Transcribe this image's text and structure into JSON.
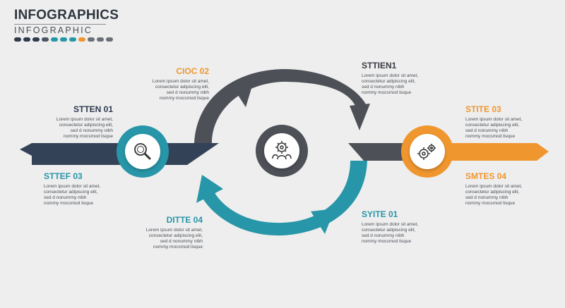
{
  "header": {
    "title": "INFOGRAPHICS",
    "subtitle": "INFOGRAPHIC",
    "palette_dots": [
      "#2f3a4a",
      "#2f3a4a",
      "#2f3a4a",
      "#4a5568",
      "#2796a8",
      "#2796a8",
      "#2796a8",
      "#f0962e",
      "#6a6f78",
      "#6a6f78",
      "#6a6f78"
    ]
  },
  "colors": {
    "navy": "#334257",
    "teal": "#2796a8",
    "orange": "#f0962e",
    "dark_gray": "#4d5057",
    "light_gray": "#dcdcdc",
    "background": "#eeeeee"
  },
  "steps": [
    {
      "heading": "STTEN 01",
      "body": "Lorem ipsum dolor sit amet,\nconsectetur adipiscing elit,\nsed d nonummy nibh\nnommy mocsmod lisque",
      "color": "#2e3a4f"
    },
    {
      "heading": "CIOC 02",
      "body": "Lorem ipsum dolor sit amet,\nconsectetur adipiscing elit,\nsed d nonummy nibh\nnommy mocsmod lisque",
      "color": "#f0962e"
    },
    {
      "heading": "STTIEN1",
      "body": "Lorem ipsum dolor sit amet,\nconsectetur adipiscing elit,\nsed d nonummy nibh\nnommy mocsmod lisque",
      "color": "#3a3d44"
    },
    {
      "heading": "STITE 03",
      "body": "Lorem ipsum dolor sit amet,\nconsectetur adipiscing elit,\nsed d nonummy nibh\nnommy mocsmod lisque",
      "color": "#f0962e"
    },
    {
      "heading": "STTEF 03",
      "body": "Lorem ipsum dolor sit amet,\nconsectetur adipiscing elit,\nsed d nonummy nibh\nnommy mocsmod lisque",
      "color": "#2796a8"
    },
    {
      "heading": "DITTE 04",
      "body": "Lorem ipsum dolor sit amet,\nconsectetur adipiscing elit,\nsed d nonummy nibh\nnommy mocsmod lisque",
      "color": "#2796a8"
    },
    {
      "heading": "SYITE 01",
      "body": "Lorem ipsum dolor sit amet,\nconsectetur adipiscing elit,\nsed d nonummy nibh\nnommy mocsmod lisque",
      "color": "#2796a8"
    },
    {
      "heading": "SMTES 04",
      "body": "Lorem ipsum dolor sit amet,\nconsectetur adipiscing elit,\nsed d nonummy nibh\nnommy mocsmod lisque",
      "color": "#f0962e"
    }
  ],
  "icons": {
    "left_node": "magnifier-icon",
    "center_node": "team-gear-icon",
    "right_node": "gears-icon"
  }
}
